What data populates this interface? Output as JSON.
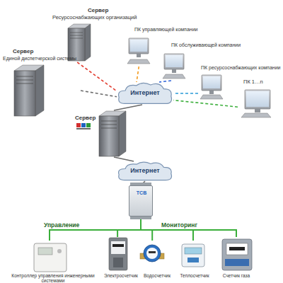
{
  "diagram": {
    "nodes": [
      {
        "text": [
          "Сервер",
          "Ресурсоснабжающих организаций"
        ]
      },
      {
        "text": [
          "ПК управляющей компании"
        ]
      },
      {
        "text": [
          "ПК обслуживающей компании"
        ]
      },
      {
        "text": [
          "ПК ресурсоснабжающих компании"
        ]
      },
      {
        "text": [
          "Сервер",
          "Единой диспетчерской системы"
        ]
      },
      {
        "text": [
          "Интернет"
        ]
      },
      {
        "text": [
          "ПК 1…n"
        ]
      },
      {
        "text": [
          "Сервер"
        ]
      },
      {
        "text": [
          "Интернет"
        ]
      },
      {
        "text": [
          "TCB"
        ]
      },
      {
        "text": [
          "Контроллер управления инженерными системами"
        ]
      },
      {
        "text": [
          "Электросчетчик"
        ]
      },
      {
        "text": [
          "Водосчетчик"
        ]
      },
      {
        "text": [
          "Теплосчетчик"
        ]
      },
      {
        "text": [
          "Счетчик газа"
        ]
      }
    ],
    "edges": [
      {
        "from": 0,
        "to": 5,
        "arrow": "none"
      },
      {
        "from": 1,
        "to": 5,
        "arrow": "none"
      },
      {
        "from": 2,
        "to": 5,
        "arrow": "none"
      },
      {
        "from": 3,
        "to": 5,
        "arrow": "none"
      },
      {
        "from": 4,
        "to": 5,
        "arrow": "none"
      },
      {
        "from": 6,
        "to": 5,
        "arrow": "none"
      },
      {
        "from": 5,
        "to": 7,
        "arrow": "none"
      },
      {
        "from": 7,
        "to": 8,
        "arrow": "none"
      },
      {
        "from": 8,
        "to": 9,
        "arrow": "none"
      },
      {
        "from": 9,
        "to": 10,
        "arrow": "none"
      },
      {
        "from": 9,
        "to": 11,
        "arrow": "none"
      },
      {
        "from": 9,
        "to": 12,
        "arrow": "none"
      },
      {
        "from": 9,
        "to": 13,
        "arrow": "none"
      },
      {
        "from": 9,
        "to": 14,
        "arrow": "none"
      }
    ],
    "labels": [
      "Управление",
      "Мониторинг"
    ]
  }
}
